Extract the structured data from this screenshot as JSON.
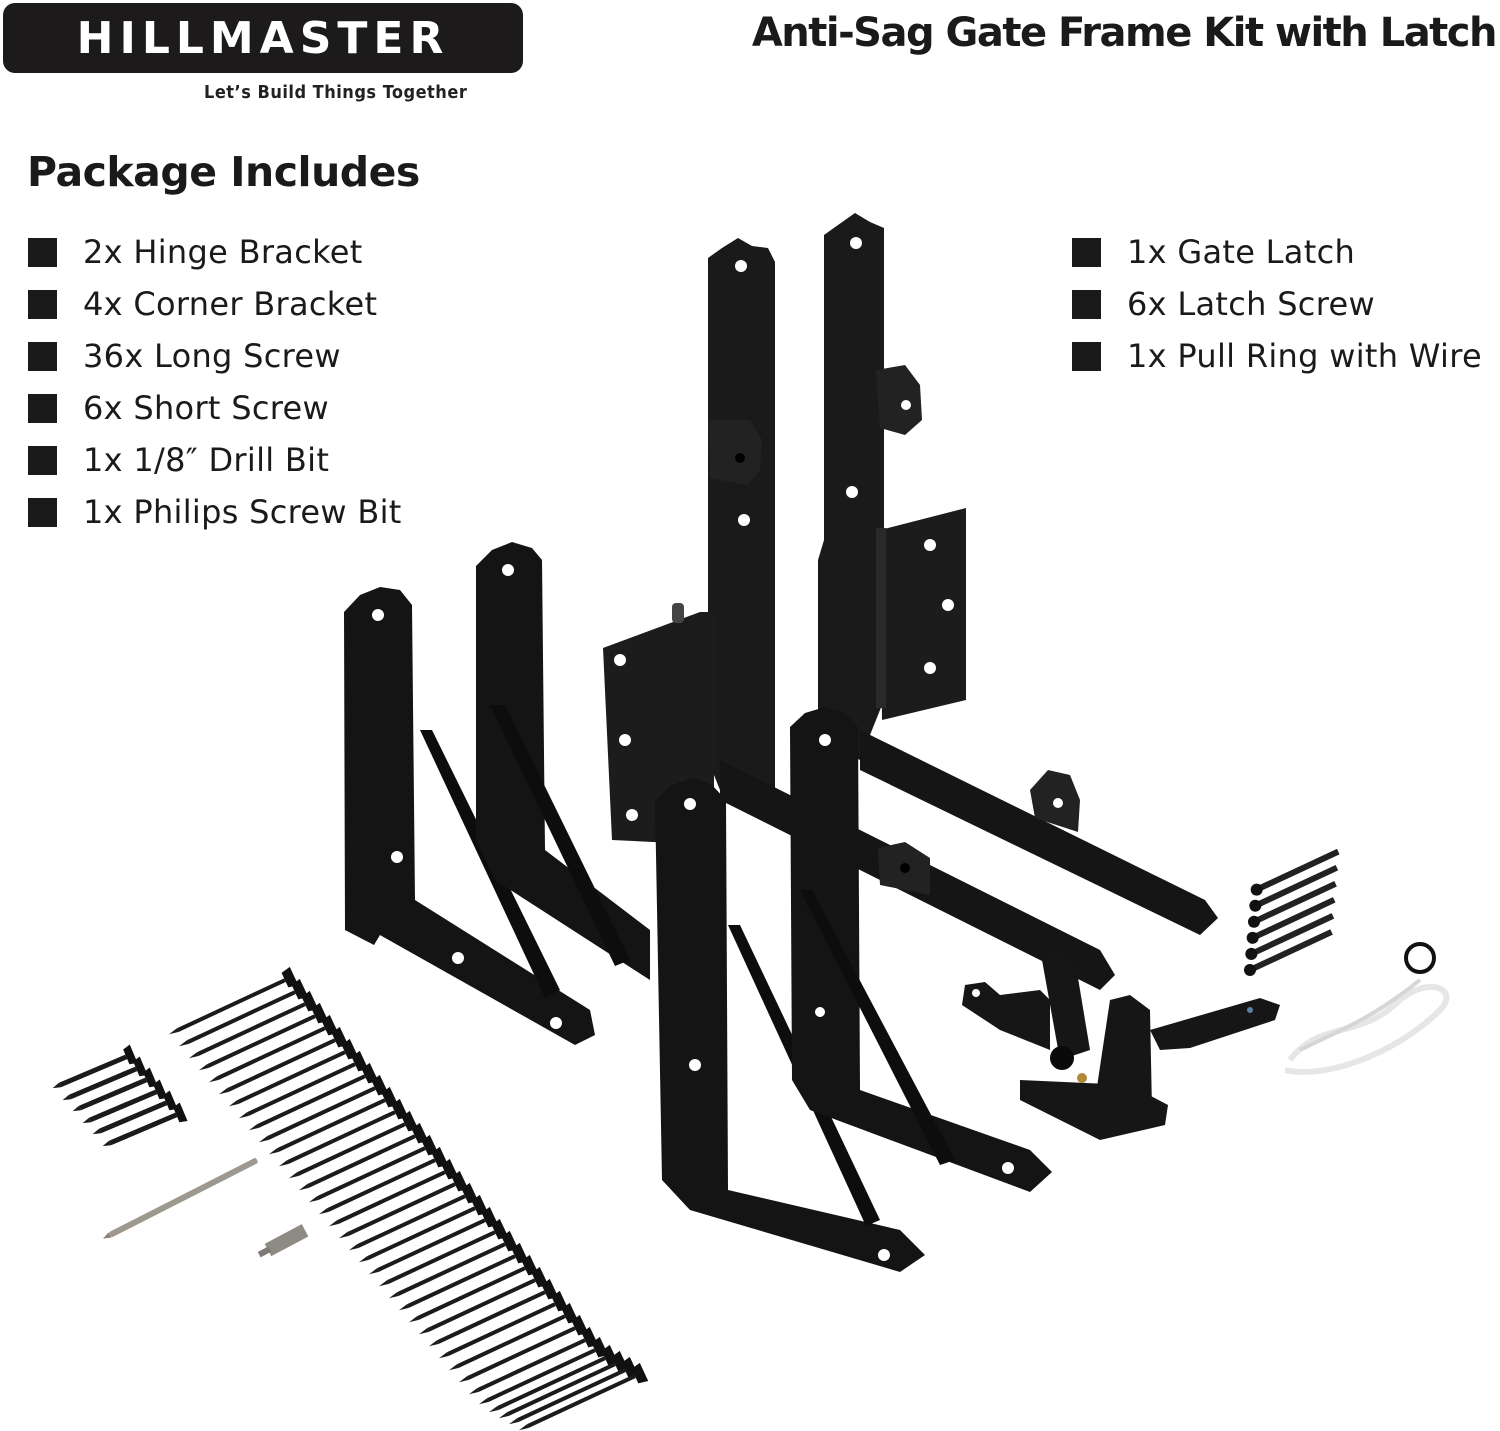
{
  "brand": {
    "name": "HILLMASTER",
    "tagline": "Let’s Build Things Together"
  },
  "title": "Anti-Sag Gate Frame Kit with Latch",
  "package": {
    "heading": "Package Includes",
    "left_items": [
      {
        "label": "2x Hinge Bracket"
      },
      {
        "label": "4x Corner Bracket"
      },
      {
        "label": "36x Long Screw"
      },
      {
        "label": "6x Short Screw"
      },
      {
        "label": "1x 1/8″ Drill Bit"
      },
      {
        "label": "1x Philips Screw Bit"
      }
    ],
    "right_items": [
      {
        "label": "1x Gate Latch"
      },
      {
        "label": "6x Latch Screw"
      },
      {
        "label": "1x Pull Ring with Wire"
      }
    ]
  },
  "colors": {
    "background": "#ffffff",
    "text": "#1a1a1a",
    "metal_black": "#161616",
    "logo_bg": "#1c1a1a"
  }
}
